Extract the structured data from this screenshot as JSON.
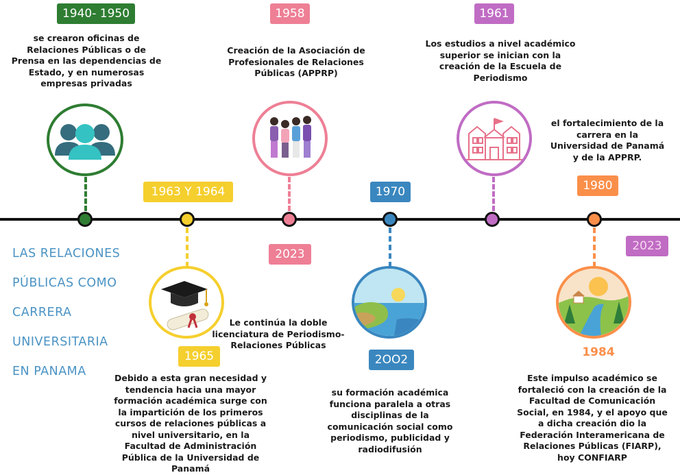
{
  "title_lines": [
    "LAS RELACIONES",
    "PÚBLICAS COMO",
    "CARRERA",
    "UNIVERSITARIA",
    "EN PANAMA"
  ],
  "events": {
    "e1": {
      "year": "1940- 1950",
      "text": "se crearon oficinas de Relaciones Públicas o de Prensa en las dependencias de Estado, y en numerosas empresas privadas"
    },
    "e2": {
      "year": "1963 Y 1964",
      "year2": "1965",
      "text": "Debido a esta gran necesidad y tendencia hacia una mayor formación académica surge con la impartición de los primeros cursos de relaciones públicas a nivel universitario, en la Facultad de Administración Pública de la Universidad de Panamá"
    },
    "e3": {
      "year": "1958",
      "year2": "2023",
      "text": "Creación de la Asociación de Profesionales de Relaciones Públicas (APPRP)",
      "text2": "Le continúa la doble licenciatura de Periodismo-Relaciones Públicas"
    },
    "e4": {
      "year": "1970",
      "year2": "2OO2",
      "text": "su formación académica funciona paralela a otras disciplinas de la comunicación social como periodismo, publicidad y radiodifusión"
    },
    "e5": {
      "year": "1961",
      "text": "Los estudios a nivel académico superior se inician con la creación de la Escuela de Periodismo"
    },
    "e6": {
      "year": "1980",
      "year2": "2023",
      "year3": "1984",
      "text": "el fortalecimiento de la carrera en la Universidad de Panamá y de la APPRP.",
      "text2": "Este impulso académico se fortaleció con la creación de la Facultad de Comunicación Social, en 1984, y el apoyo que a dicha creación dio la Federación Interamericana de Relaciones Públicas (FIARP), hoy CONFIARP"
    }
  },
  "colors": {
    "green": "#2e7d32",
    "yellow": "#f5cf2e",
    "pink": "#ee7f95",
    "blue": "#3a87bf",
    "purple": "#c06cc4",
    "orange": "#fa8f4a",
    "title_blue": "#4a93c4"
  },
  "icons": [
    "people-icon",
    "group-people-icon",
    "building-icon",
    "graduation-cap-diploma-icon",
    "landscape-icon",
    "river-landscape-icon"
  ]
}
